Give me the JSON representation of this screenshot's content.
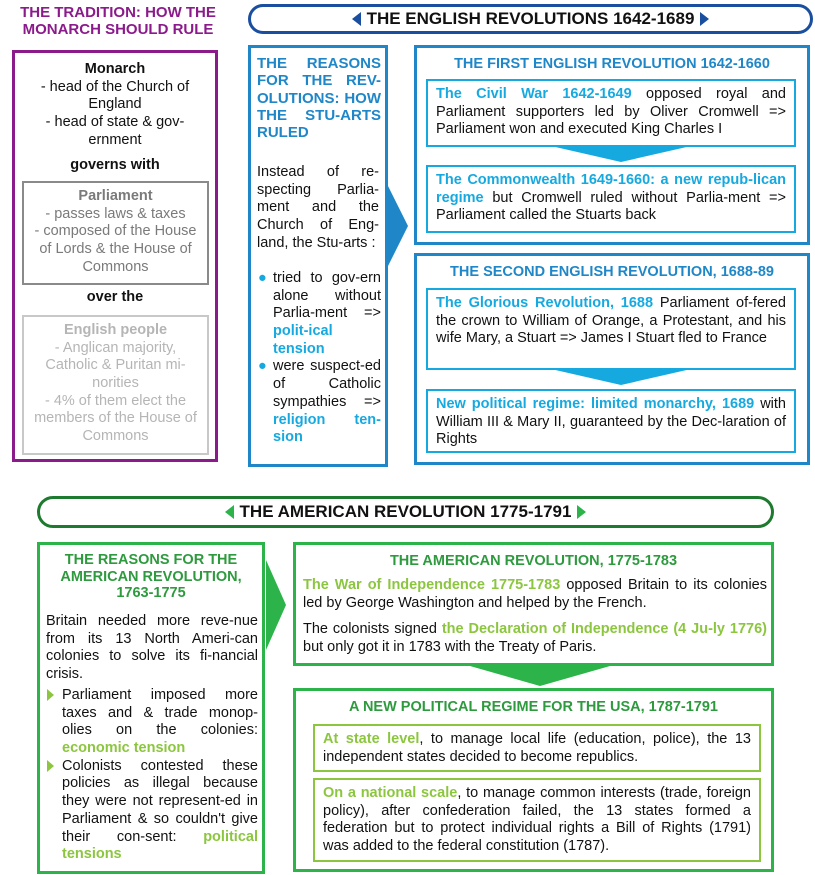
{
  "tradition": {
    "title_line1": "THE TRADITION: HOW THE",
    "title_line2": "MONARCH SHOULD RULE",
    "monarch_label": "Monarch",
    "monarch_items": [
      "- head of the Church of England",
      "- head of state & gov-ernment"
    ],
    "governs_with": "governs with",
    "parliament_label": "Parliament",
    "parliament_items": [
      "- passes laws & taxes",
      "- composed of the House of Lords & the House of Commons"
    ],
    "over_the": "over the",
    "people_label": "English people",
    "people_items": [
      "- Anglican majority, Catholic & Puritan mi-norities",
      "- 4% of them elect the members of the House of Commons"
    ]
  },
  "english": {
    "banner": "THE ENGLISH REVOLUTIONS 1642-1689",
    "reasons": {
      "title": "THE REASONS FOR THE REV-OLUTIONS: HOW THE STU-ARTS RULED",
      "intro": "Instead of re-specting Parlia-ment and the Church of Eng-land, the Stu-arts :",
      "bullet1_text": "tried to gov-ern alone without Parlia-ment => ",
      "bullet1_hl": "polit-ical tension",
      "bullet2_text": "were suspect-ed of Catholic sympathies => ",
      "bullet2_hl": "religion ten-sion"
    },
    "first": {
      "title": "THE FIRST ENGLISH REVOLUTION 1642-1660",
      "box1_hl": "The Civil War 1642-1649",
      "box1_text": " opposed royal and Parliament supporters led by Oliver Cromwell => Parliament won and executed King Charles I",
      "box2_hl": "The Commonwealth 1649-1660: a new repub-lican regime",
      "box2_text": " but Cromwell ruled without Parlia-ment => Parliament called the Stuarts back"
    },
    "second": {
      "title": "THE SECOND ENGLISH REVOLUTION, 1688-89",
      "box1_hl": "The Glorious Revolution, 1688",
      "box1_text": " Parliament of-fered the crown to William of Orange, a Protestant, and his wife Mary, a Stuart => James I Stuart fled to France",
      "box2_hl": "New political regime: limited monarchy, 1689",
      "box2_text": " with William III & Mary II, guaranteed by the Dec-laration of Rights"
    }
  },
  "american": {
    "banner": "THE AMERICAN REVOLUTION 1775-1791",
    "reasons": {
      "title": "THE REASONS FOR THE AMERICAN REVOLUTION, 1763-1775",
      "intro": "Britain needed more reve-nue from its 13 North Ameri-can colonies to solve its fi-nancial crisis.",
      "bullet1_text": "Parliament imposed more taxes and & trade monop-olies on the colonies: ",
      "bullet1_hl": "economic tension",
      "bullet2_text": "Colonists contested these policies as illegal because they were not represent-ed in Parliament & so couldn't give their con-sent: ",
      "bullet2_hl": "political tensions"
    },
    "revolution": {
      "title": "THE AMERICAN REVOLUTION, 1775-1783",
      "p1_hl": "The War of Independence 1775-1783",
      "p1_text": " opposed Britain to its colonies led by George Washington and helped by the French.",
      "p2_text_a": "The colonists signed ",
      "p2_hl": "the Declaration of Independence (4 Ju-ly 1776)",
      "p2_text_b": " but only got it in 1783 with the Treaty of Paris."
    },
    "regime": {
      "title": "A NEW POLITICAL REGIME FOR THE USA, 1787-1791",
      "box1_hl": "At state level",
      "box1_text": ", to manage local life (education, police), the 13 independent states decided to become republics.",
      "box2_hl": "On a national scale",
      "box2_text": ", to manage common interests (trade, foreign policy), after confederation failed, the 13 states formed a federation but to protect individual rights a Bill of Rights (1791) was added to the federal constitution (1787)."
    }
  },
  "colors": {
    "purple": "#8b1a8b",
    "blue": "#1f87c8",
    "cyan": "#16a9e0",
    "green": "#2cb34a",
    "light_green": "#8cc63f"
  }
}
